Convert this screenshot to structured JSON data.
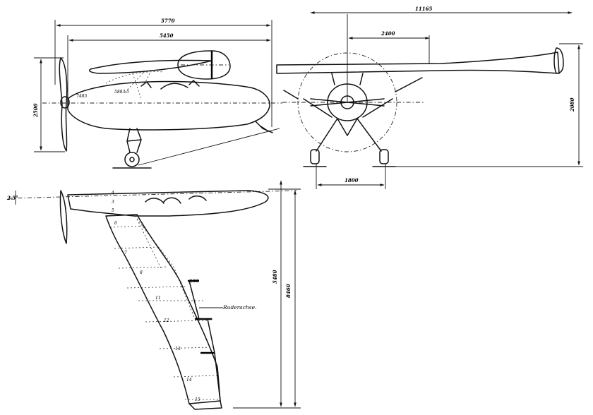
{
  "dimensions": {
    "side_length": "5770",
    "side_inner": "5450",
    "side_height": "2500",
    "front_span": "11165",
    "front_half": "2400",
    "front_height": "2080",
    "front_track": "1800",
    "plan_span_total": "8460",
    "plan_half": "5480",
    "angle": "2.5°",
    "small_a": "7485",
    "small_b": "5883.5"
  },
  "stations": [
    "4",
    "3",
    "5",
    "6",
    "7",
    "8",
    "9/10",
    "11",
    "12",
    "13",
    "14",
    "15"
  ],
  "annotations": {
    "rudder_axis": "Ruderachse."
  }
}
